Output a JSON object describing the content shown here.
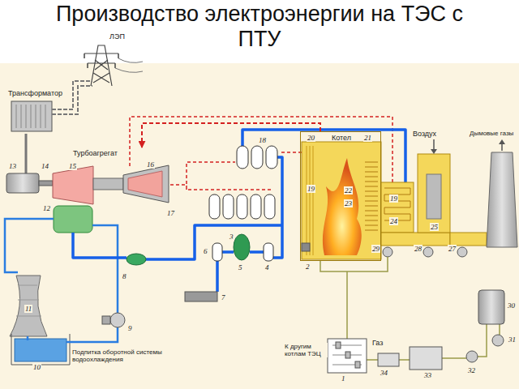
{
  "diagram": {
    "title": "Производство электроэнергии на ТЭС с ПТУ",
    "nodes": [
      {
        "text": [
          "Трансформатор"
        ]
      },
      {
        "text": [
          "Турбоагрегат"
        ]
      },
      {
        "text": [
          "Котел"
        ]
      }
    ],
    "edges": [
      {
        "from": 2,
        "to": 1,
        "arrow": "to"
      },
      {
        "from": 1,
        "to": 0,
        "arrow": "none"
      }
    ],
    "labels": [
      "ЛЭП",
      "13",
      "14",
      "15",
      "16",
      "12",
      "17",
      "18",
      "20",
      "21",
      "19",
      "22",
      "23",
      "19",
      "24",
      "Воздух",
      "Дымовые газы",
      "25",
      "2",
      "29",
      "28",
      "27",
      "8",
      "6",
      "5",
      "4",
      "3",
      "7",
      "11",
      "9",
      "10",
      "Подпитка оборотной системы водоохлаждения",
      "К другим котлам ТЭЦ",
      "1",
      "Газ",
      "34",
      "33",
      "32",
      "30",
      "31"
    ]
  }
}
